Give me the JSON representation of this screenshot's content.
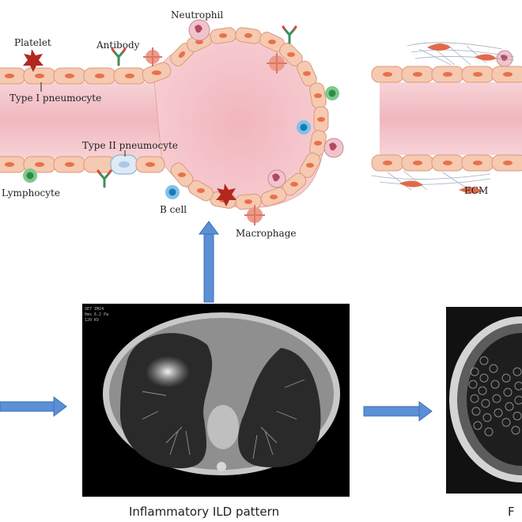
{
  "labels": {
    "neutrophil": "Neutrophil",
    "platelet": "Platelet",
    "antibody": "Antibody",
    "type1": "Type I pneumocyte",
    "type2": "Type II pneumocyte",
    "lymphocyte": "Lymphocyte",
    "bcell": "B cell",
    "macrophage": "Macrophage",
    "ecm": "ECM"
  },
  "captions": {
    "inflammatory": "Inflammatory ILD pattern",
    "fibrotic_partial": "F"
  },
  "ct_header": [
    "SE7 IM24",
    "0ms 6.2 Pa",
    "120 KV"
  ],
  "colors": {
    "cell_fill": "#f6c9b1",
    "nucleus": "#e8714a",
    "lumen": "#f3c1c7",
    "arrow": "#5b8fd6",
    "arrow_stroke": "#3d6fb8"
  }
}
